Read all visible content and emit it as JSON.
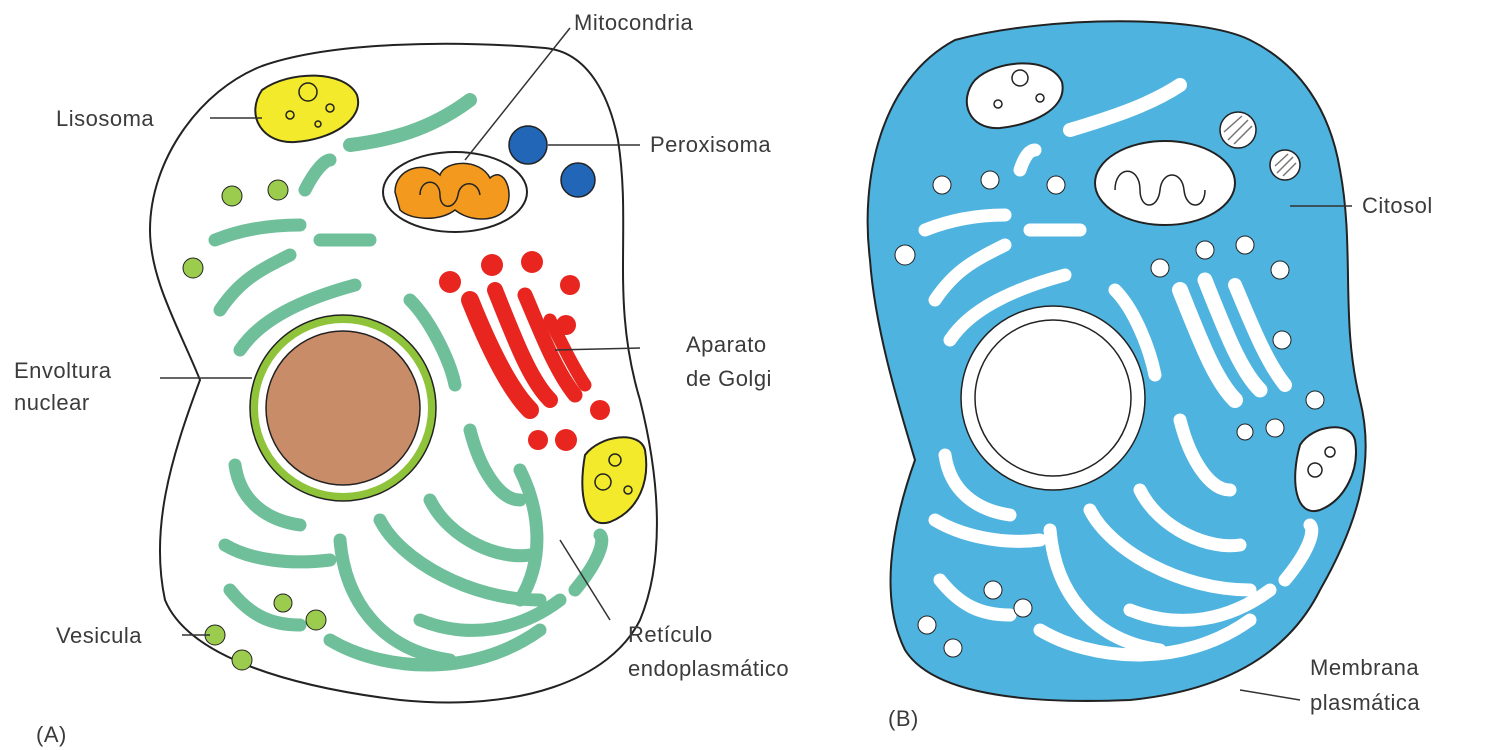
{
  "panels": {
    "A": {
      "letter": "(A)",
      "labels": {
        "lisosoma": "Lisosoma",
        "mitocondria": "Mitocondria",
        "peroxisoma": "Peroxisoma",
        "envoltura_1": "Envoltura",
        "envoltura_2": "nuclear",
        "golgi_1": "Aparato",
        "golgi_2": "de Golgi",
        "vesicula": "Vesicula",
        "reticulo_1": "Retículo",
        "reticulo_2": "endoplasmático"
      }
    },
    "B": {
      "letter": "(B)",
      "labels": {
        "citosol": "Citosol",
        "membrana_1": "Membrana",
        "membrana_2": "plasmática"
      }
    }
  },
  "colors": {
    "membrane": "#222222",
    "cytosol": "#4fb3df",
    "reticulum": "#6fbf9a",
    "nucleus": "#c98c68",
    "nuclear_envelope": "#8fc43a",
    "golgi": "#e8261f",
    "lysosome": "#f2ea2a",
    "mitochondrion": "#f39a1e",
    "peroxisome": "#2266b8",
    "vesicle": "#9ccc4e"
  }
}
